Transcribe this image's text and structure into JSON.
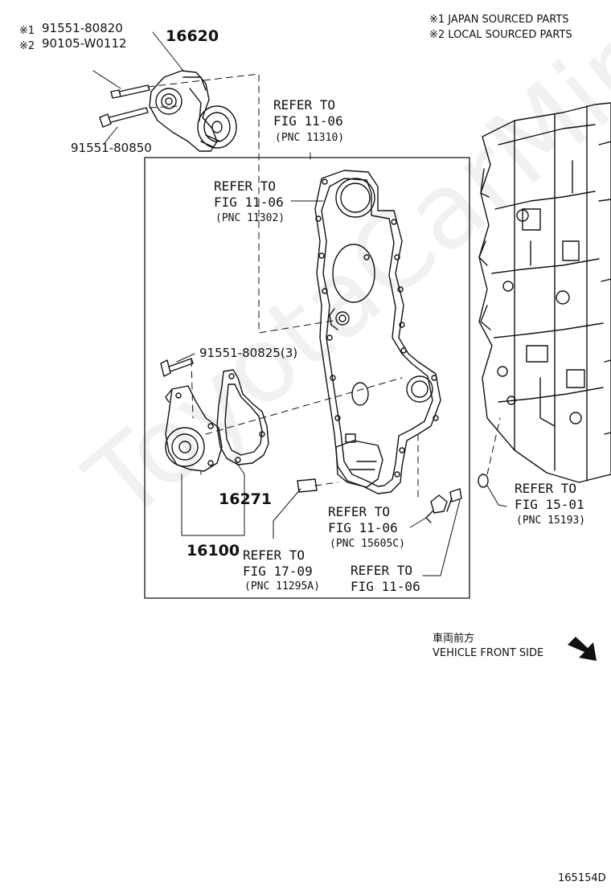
{
  "notes": {
    "japan": "※1 JAPAN SOURCED PARTS",
    "local": "※2 LOCAL SOURCED PARTS"
  },
  "parts": {
    "p1_mark": "※1",
    "p1": "91551-80820",
    "p2_mark": "※2",
    "p2": "90105-W0112",
    "tensioner": "16620",
    "bolt_tensioner": "91551-80850",
    "bolt_pump": "91551-80825(3)",
    "gasket": "16271",
    "water_pump": "16100"
  },
  "refs": {
    "r11310": {
      "line1": "REFER TO",
      "line2": "FIG 11-06",
      "pnc": "(PNC 11310)"
    },
    "r11302": {
      "line1": "REFER TO",
      "line2": "FIG 11-06",
      "pnc": "(PNC 11302)"
    },
    "r15193": {
      "line1": "REFER TO",
      "line2": "FIG 15-01",
      "pnc": "(PNC 15193)"
    },
    "r15605": {
      "line1": "REFER TO",
      "line2": "FIG 11-06",
      "pnc": "(PNC 15605C)"
    },
    "r11295": {
      "line1": "REFER TO",
      "line2": "FIG 17-09",
      "pnc": "(PNC 11295A)"
    },
    "r1106": {
      "line1": "REFER TO",
      "line2": "FIG 11-06"
    }
  },
  "direction": {
    "jp": "車両前方",
    "en": "VEHICLE FRONT SIDE"
  },
  "watermark": "ToyotaCarMiner.ru",
  "figure_id": "165154D"
}
